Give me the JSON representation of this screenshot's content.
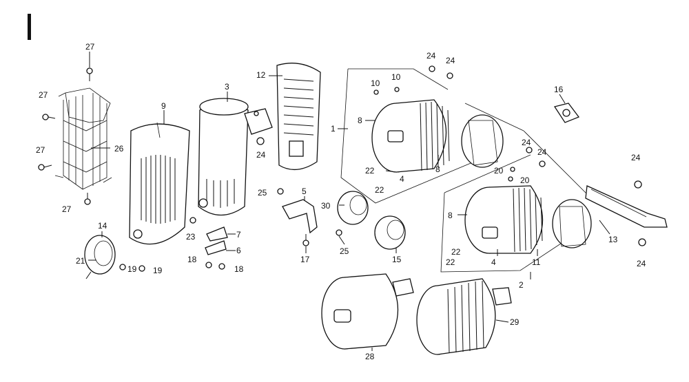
{
  "section_marker": "I",
  "callouts": [
    {
      "id": "c27a",
      "text": "27"
    },
    {
      "id": "c27b",
      "text": "27"
    },
    {
      "id": "c27c",
      "text": "27"
    },
    {
      "id": "c27d",
      "text": "27"
    },
    {
      "id": "c26",
      "text": "26"
    },
    {
      "id": "c9",
      "text": "9"
    },
    {
      "id": "c3",
      "text": "3"
    },
    {
      "id": "c12",
      "text": "12"
    },
    {
      "id": "c24a",
      "text": "24"
    },
    {
      "id": "c14",
      "text": "14"
    },
    {
      "id": "c21",
      "text": "21"
    },
    {
      "id": "c19a",
      "text": "19"
    },
    {
      "id": "c19b",
      "text": "19"
    },
    {
      "id": "c23",
      "text": "23"
    },
    {
      "id": "c18a",
      "text": "18"
    },
    {
      "id": "c18b",
      "text": "18"
    },
    {
      "id": "c7",
      "text": "7"
    },
    {
      "id": "c6",
      "text": "6"
    },
    {
      "id": "c25a",
      "text": "25"
    },
    {
      "id": "c5",
      "text": "5"
    },
    {
      "id": "c30",
      "text": "30"
    },
    {
      "id": "c17",
      "text": "17"
    },
    {
      "id": "c25b",
      "text": "25"
    },
    {
      "id": "c15",
      "text": "15"
    },
    {
      "id": "c1",
      "text": "1"
    },
    {
      "id": "c8a",
      "text": "8"
    },
    {
      "id": "c10a",
      "text": "10"
    },
    {
      "id": "c10b",
      "text": "10"
    },
    {
      "id": "c24b",
      "text": "24"
    },
    {
      "id": "c24c",
      "text": "24"
    },
    {
      "id": "c22a",
      "text": "22"
    },
    {
      "id": "c22b",
      "text": "22"
    },
    {
      "id": "c4a",
      "text": "4"
    },
    {
      "id": "c8b",
      "text": "8"
    },
    {
      "id": "c16",
      "text": "16"
    },
    {
      "id": "c24d",
      "text": "24"
    },
    {
      "id": "c24e",
      "text": "24"
    },
    {
      "id": "c20a",
      "text": "20"
    },
    {
      "id": "c20b",
      "text": "20"
    },
    {
      "id": "c8c",
      "text": "8"
    },
    {
      "id": "c22c",
      "text": "22"
    },
    {
      "id": "c22d",
      "text": "22"
    },
    {
      "id": "c4b",
      "text": "4"
    },
    {
      "id": "c11",
      "text": "11"
    },
    {
      "id": "c2",
      "text": "2"
    },
    {
      "id": "c13",
      "text": "13"
    },
    {
      "id": "c24f",
      "text": "24"
    },
    {
      "id": "c24g",
      "text": "24"
    },
    {
      "id": "c28",
      "text": "28"
    },
    {
      "id": "c29",
      "text": "29"
    }
  ]
}
